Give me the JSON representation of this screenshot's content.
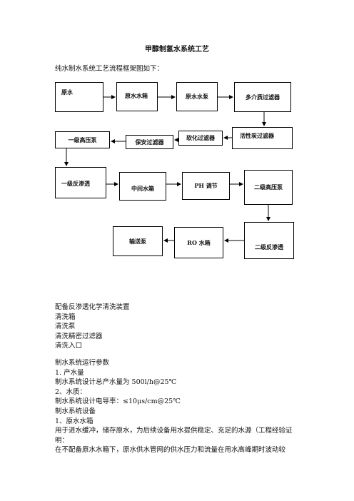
{
  "title": "甲醇制氢水系统工艺",
  "intro": "纯水制水系统工艺流程框架图如下：",
  "flow": {
    "raw_water": "原水",
    "raw_tank": "原水水箱",
    "raw_pump": "原水水泵",
    "multi_filter": "多介质过滤器",
    "carbon_filter": "活性炭过滤器",
    "softener": "软化过滤器",
    "security_filter": "保安过滤器",
    "hp_pump_1": "一级高压泵",
    "ro_1": "一级反渗透",
    "mid_tank": "中间水箱",
    "ph_adjust": "PH  调节",
    "hp_pump_2": "二级高压泵",
    "ro_2": "二级反渗透",
    "ro_tank": "RO  水箱",
    "transfer_pump": "输送泵"
  },
  "cleaning": {
    "heading": "配备反渗透化学清洗装置",
    "items": [
      "清洗箱",
      "清洗泵",
      "清洗精密过滤器",
      "清洗入口"
    ]
  },
  "params": {
    "heading": "制水系统运行参数",
    "l1": "1. 产水量",
    "l2": "制水系统设计总产水量为   500l/h@25℃",
    "l3": "2、水质：",
    "l4": "制水系统设计电导率：≤10μs/cm@25℃",
    "l5": "制水系统设备",
    "l6": "1、原水水箱",
    "l7": "用于进水缓冲，储存原水，为后续设备用水提供稳定、充足的水源（工程经验证明：",
    "l8": "在不配备原水水箱下，原水供水管网的供水压力和流量在用水高峰期时波动较"
  }
}
